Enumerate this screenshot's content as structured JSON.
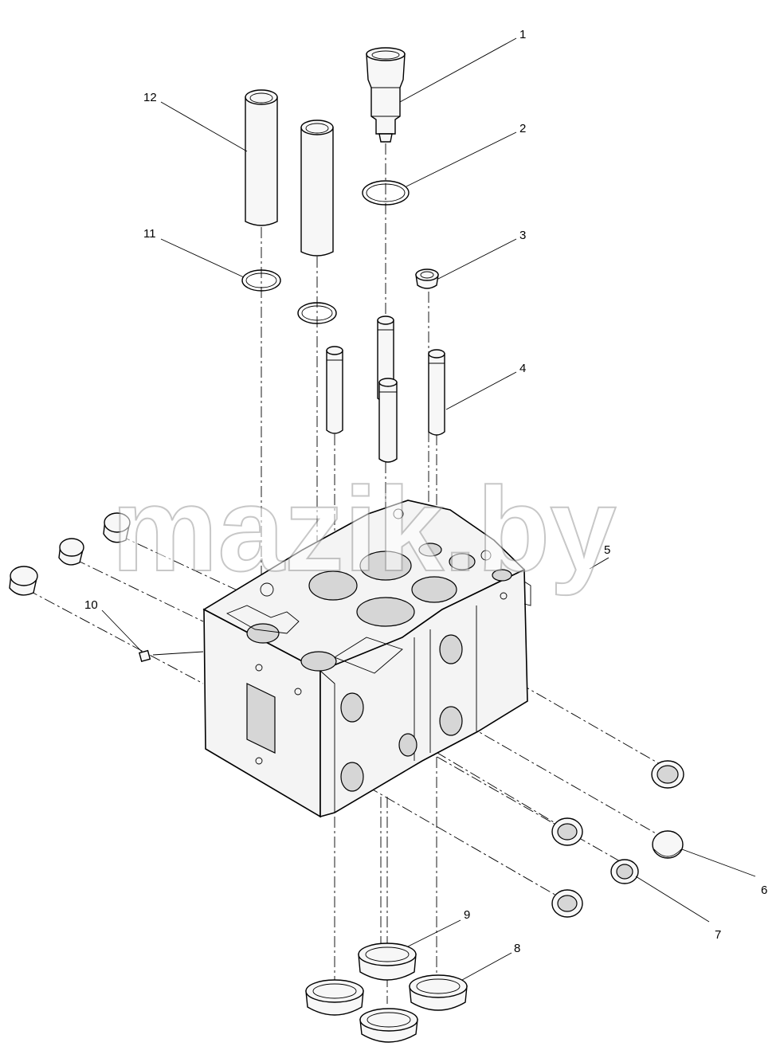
{
  "watermark": "mazik.by",
  "callouts": [
    {
      "id": "1",
      "label": "1"
    },
    {
      "id": "2",
      "label": "2"
    },
    {
      "id": "3",
      "label": "3"
    },
    {
      "id": "4",
      "label": "4"
    },
    {
      "id": "5",
      "label": "5"
    },
    {
      "id": "6",
      "label": "6"
    },
    {
      "id": "7",
      "label": "7"
    },
    {
      "id": "8",
      "label": "8"
    },
    {
      "id": "9",
      "label": "9"
    },
    {
      "id": "10",
      "label": "10"
    },
    {
      "id": "11",
      "label": "11"
    },
    {
      "id": "12",
      "label": "12"
    }
  ]
}
